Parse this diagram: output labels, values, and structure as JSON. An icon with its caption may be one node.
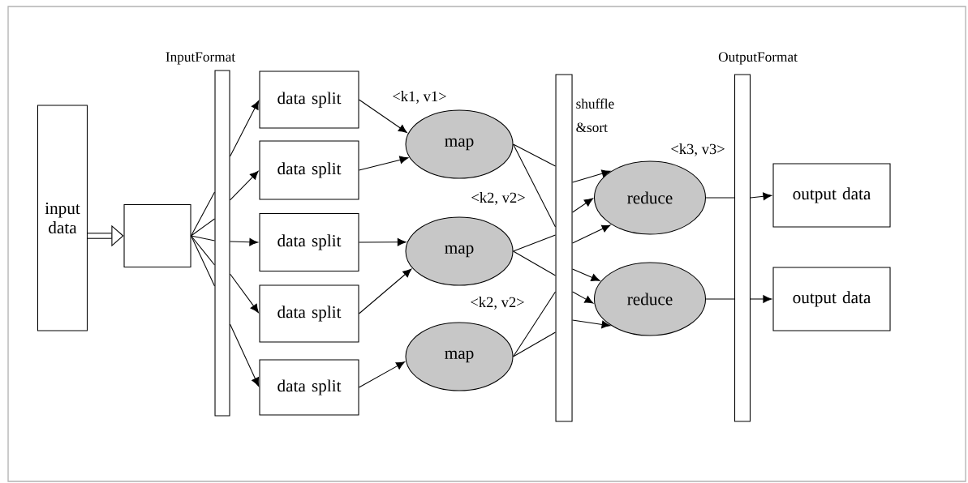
{
  "diagram": {
    "nodes": [
      {
        "text": [
          "input data"
        ]
      },
      {
        "text": [],
        "shape": "box"
      },
      {
        "text": [
          "InputFormat"
        ]
      },
      {
        "text": [
          "data split"
        ]
      },
      {
        "text": [
          "data split"
        ]
      },
      {
        "text": [
          "data split"
        ]
      },
      {
        "text": [
          "data split"
        ]
      },
      {
        "text": [
          "data split"
        ]
      },
      {
        "text": [
          "map"
        ]
      },
      {
        "text": [
          "map"
        ]
      },
      {
        "text": [
          "map"
        ]
      },
      {
        "text": [
          "shuffle &sort"
        ]
      },
      {
        "text": [
          "reduce"
        ]
      },
      {
        "text": [
          "reduce"
        ]
      },
      {
        "text": [
          "OutputFormat"
        ]
      },
      {
        "text": [
          "output data"
        ]
      },
      {
        "text": [
          "output data"
        ]
      }
    ],
    "edges": [
      {
        "from": 0,
        "to": 1,
        "arrow": "to",
        "style": "thick"
      },
      {
        "from": 1,
        "to": 2,
        "arrow": "none"
      },
      {
        "from": 1,
        "to": 2,
        "arrow": "none"
      },
      {
        "from": 1,
        "to": 2,
        "arrow": "none"
      },
      {
        "from": 1,
        "to": 2,
        "arrow": "none"
      },
      {
        "from": 1,
        "to": 2,
        "arrow": "none"
      },
      {
        "from": 2,
        "to": 3,
        "arrow": "to"
      },
      {
        "from": 2,
        "to": 4,
        "arrow": "to"
      },
      {
        "from": 2,
        "to": 5,
        "arrow": "to"
      },
      {
        "from": 2,
        "to": 6,
        "arrow": "to"
      },
      {
        "from": 2,
        "to": 7,
        "arrow": "to"
      },
      {
        "from": 3,
        "to": 8,
        "arrow": "to"
      },
      {
        "from": 4,
        "to": 8,
        "arrow": "to"
      },
      {
        "from": 5,
        "to": 9,
        "arrow": "to"
      },
      {
        "from": 6,
        "to": 9,
        "arrow": "to"
      },
      {
        "from": 7,
        "to": 10,
        "arrow": "to"
      },
      {
        "from": 8,
        "to": 11,
        "arrow": "none"
      },
      {
        "from": 8,
        "to": 11,
        "arrow": "none"
      },
      {
        "from": 9,
        "to": 11,
        "arrow": "none"
      },
      {
        "from": 9,
        "to": 11,
        "arrow": "none"
      },
      {
        "from": 10,
        "to": 11,
        "arrow": "none"
      },
      {
        "from": 10,
        "to": 11,
        "arrow": "none"
      },
      {
        "from": 11,
        "to": 12,
        "arrow": "to"
      },
      {
        "from": 11,
        "to": 12,
        "arrow": "to"
      },
      {
        "from": 11,
        "to": 12,
        "arrow": "to"
      },
      {
        "from": 11,
        "to": 13,
        "arrow": "to"
      },
      {
        "from": 11,
        "to": 13,
        "arrow": "to"
      },
      {
        "from": 11,
        "to": 13,
        "arrow": "to"
      },
      {
        "from": 12,
        "to": 14,
        "arrow": "none"
      },
      {
        "from": 13,
        "to": 14,
        "arrow": "none"
      },
      {
        "from": 14,
        "to": 15,
        "arrow": "to"
      },
      {
        "from": 14,
        "to": 16,
        "arrow": "to"
      }
    ],
    "labels": [
      "<k1, v1>",
      "<k2, v2>",
      "<k2, v2>",
      "<k3, v3>"
    ]
  }
}
